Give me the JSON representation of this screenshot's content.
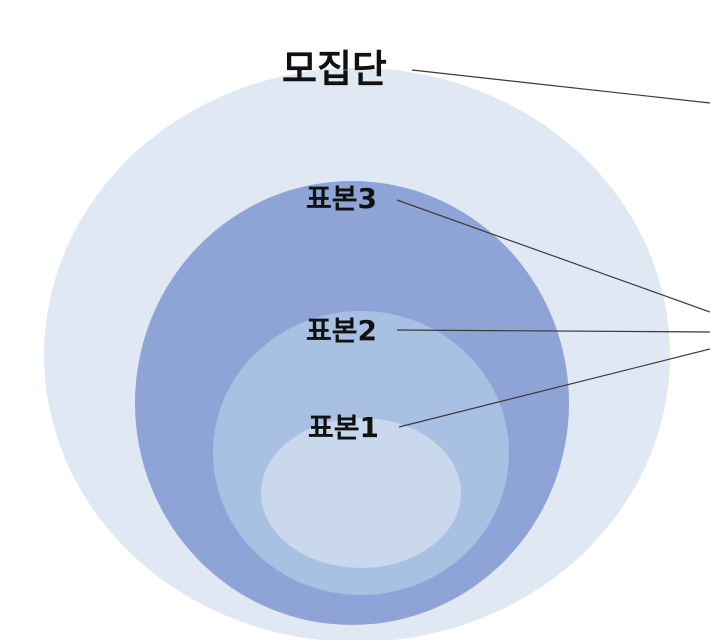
{
  "diagram": {
    "labels": {
      "population": "모집단",
      "sample3": "표본3",
      "sample2": "표본2",
      "sample1": "표본1"
    },
    "colors": {
      "population_fill": "#dfe8f3",
      "sample3_fill": "#8fa4d6",
      "sample2_fill": "#a8c0e2",
      "sample1_fill": "#c9d8ec",
      "leader_line": "#3a3a3a",
      "text": "#111111"
    }
  }
}
